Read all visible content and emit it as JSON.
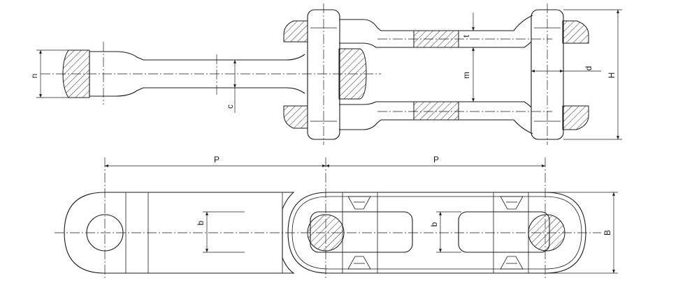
{
  "labels": {
    "n": "n",
    "c": "c",
    "t": "t",
    "m": "m",
    "d": "d",
    "H": "H",
    "P1": "P",
    "P2": "P",
    "b1": "b",
    "b2": "b",
    "B": "B"
  }
}
